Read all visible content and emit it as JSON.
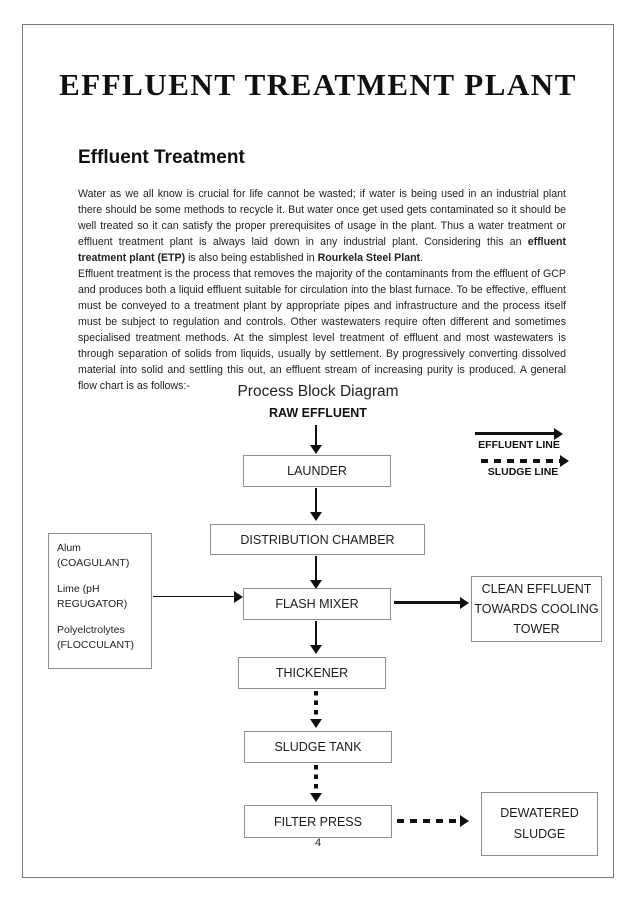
{
  "document": {
    "title": "EFFLUENT TREATMENT PLANT",
    "heading": "Effluent Treatment",
    "page_number": "4",
    "paragraph1": {
      "t1": "Water as we all know is crucial for life cannot be wasted; if water is being used in an industrial plant there should be some methods to recycle it. But water once get used gets contaminated so it should be well treated so it can satisfy the proper prerequisites of usage in the plant. Thus a water treatment or effluent treatment plant is always laid down in any industrial plant. Considering this an ",
      "b1": "effluent treatment plant (ETP)",
      "t2": " is also being established in ",
      "b2": "Rourkela Steel Plant",
      "t3": "."
    },
    "paragraph2": "Effluent treatment is the process that removes the majority of the contaminants from the effluent of GCP and produces both a liquid effluent suitable for circulation into the blast furnace. To be effective, effluent must be conveyed to a treatment plant by appropriate pipes and infrastructure and the process itself must be subject to regulation and controls. Other wastewaters require often different and sometimes specialised treatment methods. At the simplest level treatment of effluent and most wastewaters is through separation of solids from liquids, usually by settlement. By progressively converting dissolved material into solid and settling this out, an effluent stream of increasing purity is produced. A general flow chart is as follows:-"
  },
  "diagram": {
    "title": "Process Block Diagram",
    "start_label": "RAW EFFLUENT",
    "legend": {
      "effluent": "EFFLUENT LINE",
      "sludge": "SLUDGE LINE"
    },
    "flow_boxes": {
      "launder": "LAUNDER",
      "distribution_chamber": "DISTRIBUTION CHAMBER",
      "flash_mixer": "FLASH MIXER",
      "thickener": "THICKENER",
      "sludge_tank": "SLUDGE TANK",
      "filter_press": "FILTER PRESS"
    },
    "side_boxes": {
      "clean_effluent": "CLEAN EFFLUENT TOWARDS COOLING TOWER",
      "dewatered_sludge": "DEWATERED SLUDGE"
    },
    "reagents": {
      "alum": "Alum (COAGULANT)",
      "lime": "Lime (pH REGUGATOR)",
      "poly": "Polyelctrolytes (FLOCCULANT)"
    }
  },
  "colors": {
    "text": "#1c1c1c",
    "box_border": "#8f8f8f",
    "arrow": "#111111",
    "page_border": "#7a7a7a"
  }
}
